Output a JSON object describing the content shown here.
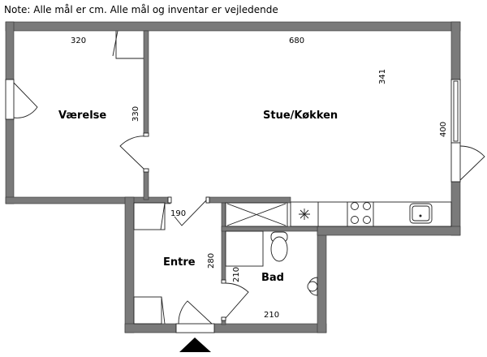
{
  "note": "Note: Alle mål er cm. Alle mål og inventar er vejledende",
  "rooms": {
    "vaerelse": "Værelse",
    "stue": "Stue/Køkken",
    "entre": "Entre",
    "bad": "Bad"
  },
  "dimensions": {
    "vaerelse_width": "320",
    "vaerelse_depth": "330",
    "stue_width": "680",
    "stue_depth": "341",
    "stue_window_wall": "400",
    "entre_width": "190",
    "entre_depth": "280",
    "bad_depth": "210",
    "bad_width": "210"
  },
  "colors": {
    "wall": "#7a7a7a",
    "line": "#222222"
  }
}
